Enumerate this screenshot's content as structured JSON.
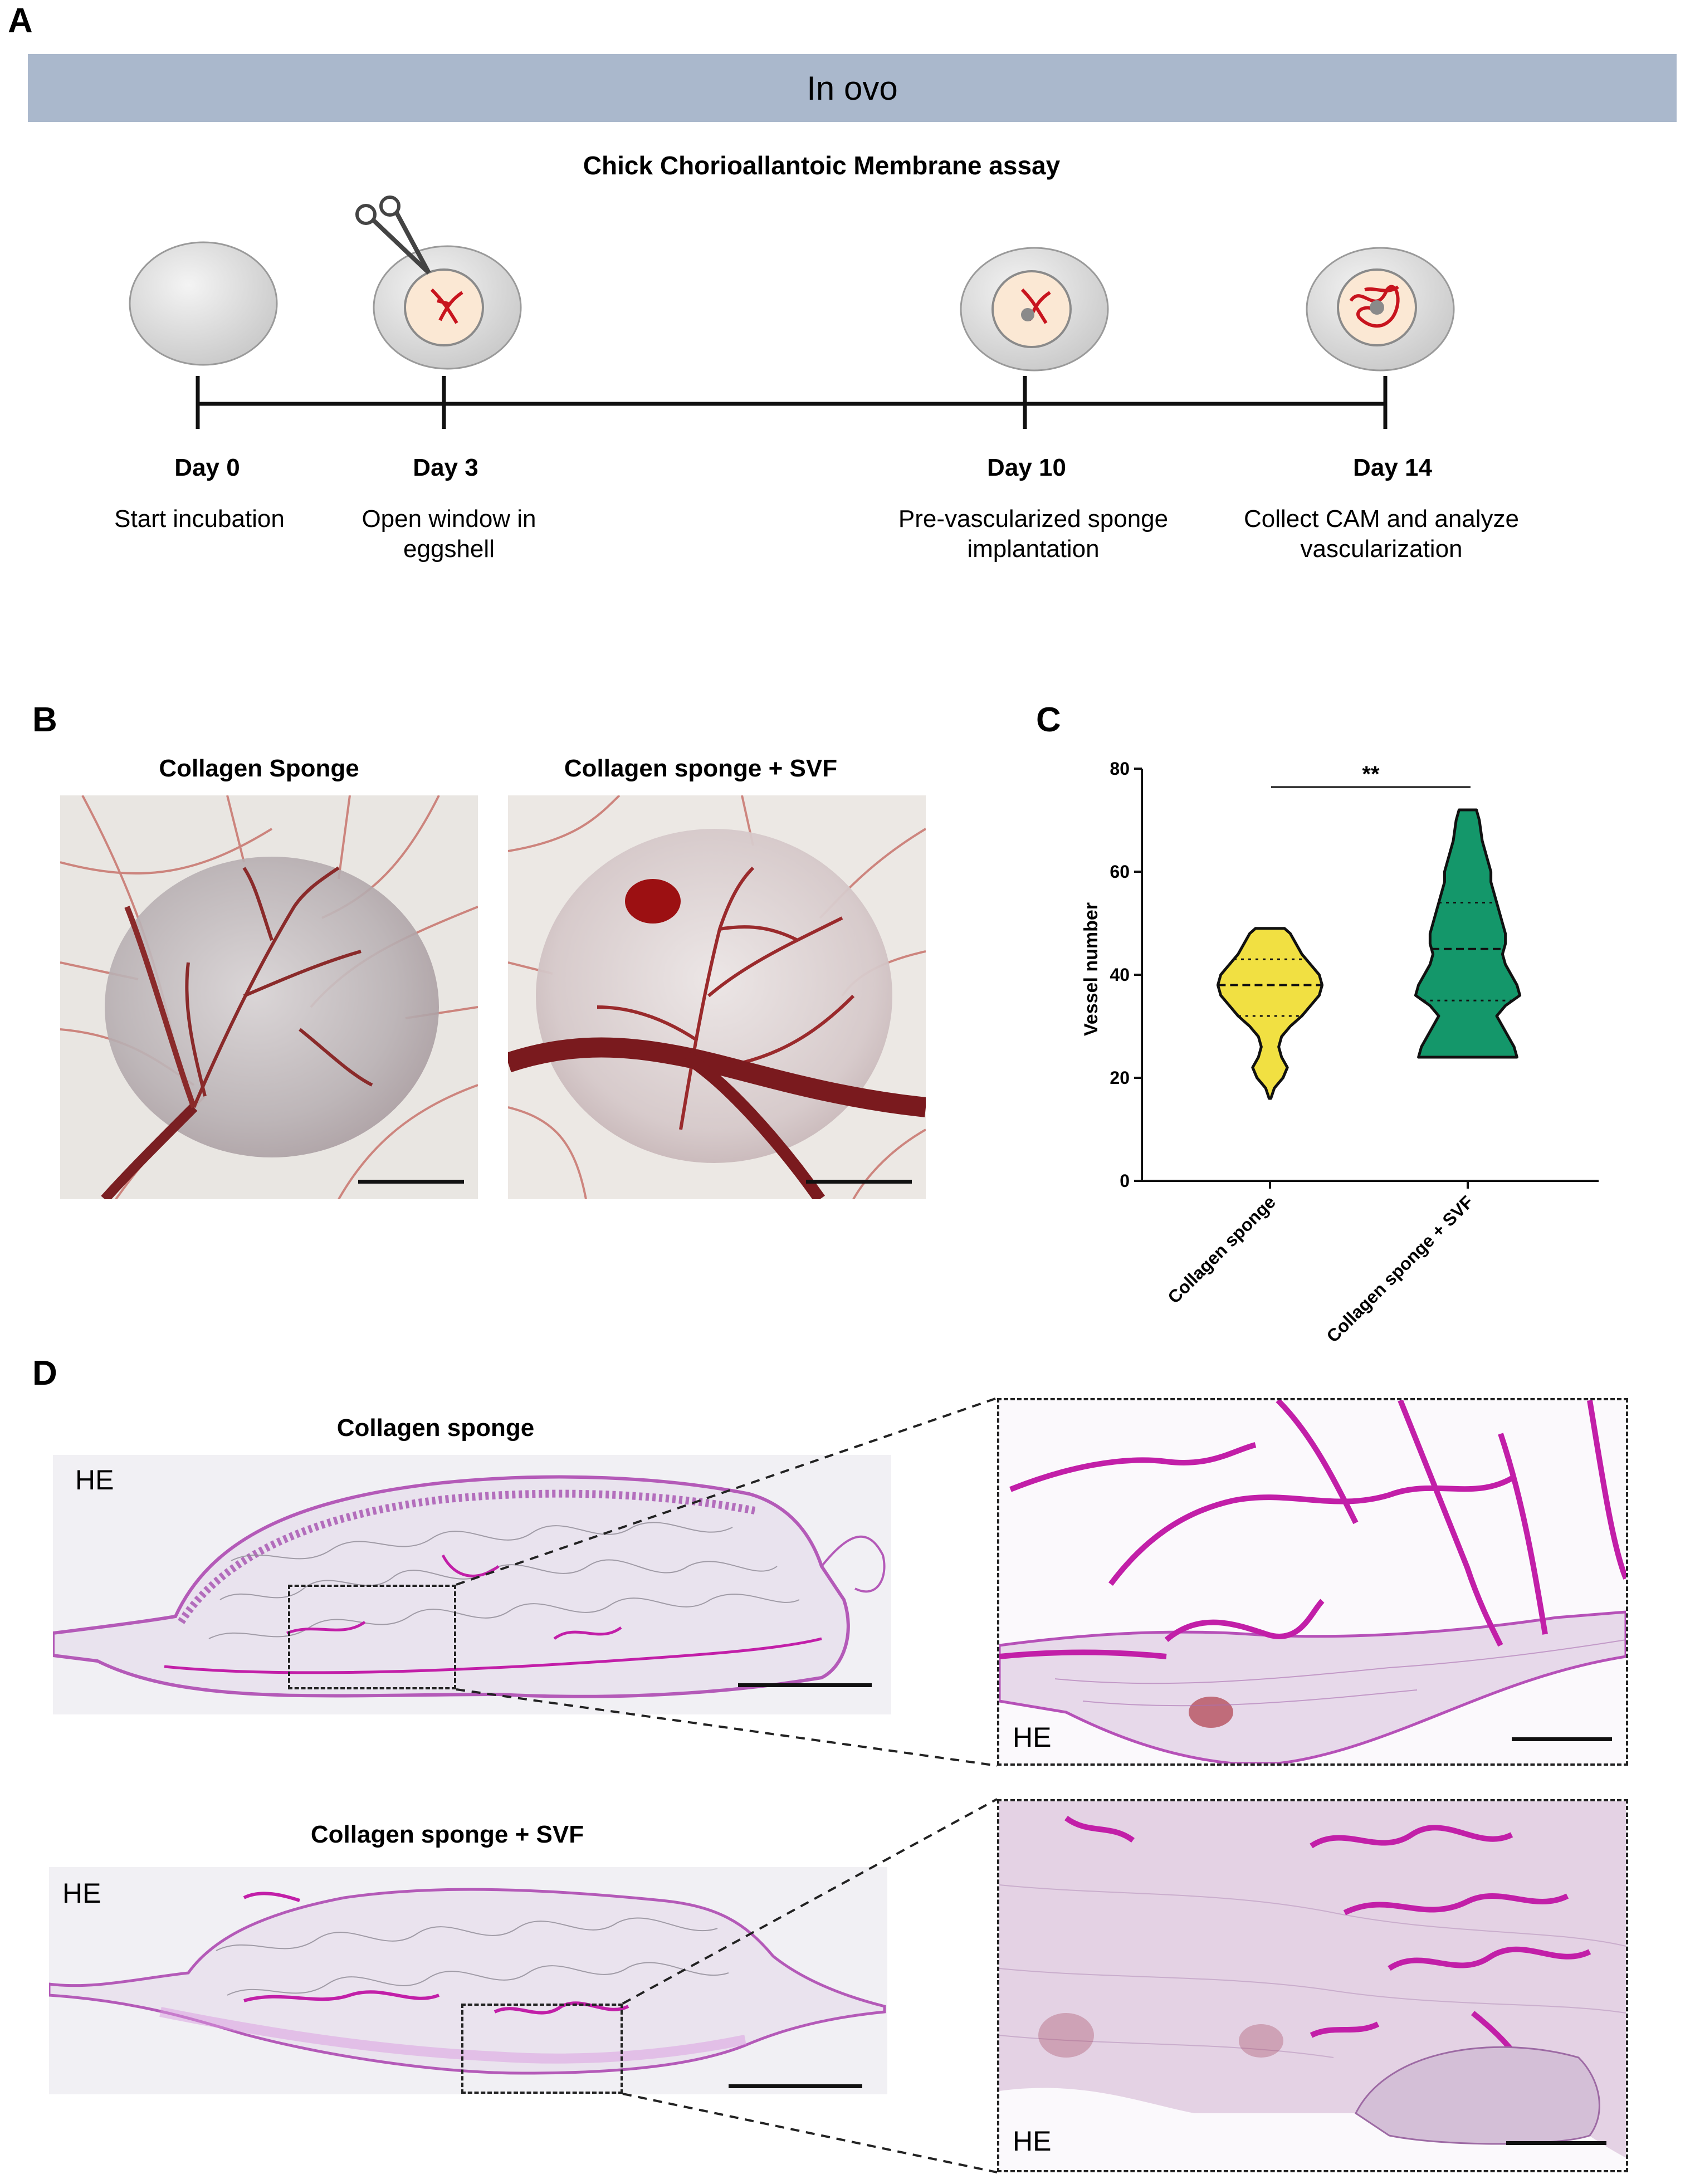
{
  "panel_a": {
    "letter": "A",
    "banner": "In ovo",
    "subtitle": "Chick Chorioallantoic Membrane assay",
    "timeline": [
      {
        "day": "Day 0",
        "desc": [
          "Start incubation"
        ]
      },
      {
        "day": "Day 3",
        "desc": [
          "Open window in",
          "eggshell"
        ]
      },
      {
        "day": "Day 10",
        "desc": [
          "Pre-vascularized sponge",
          "implantation"
        ]
      },
      {
        "day": "Day 14",
        "desc": [
          "Collect CAM and analyze",
          "vascularization"
        ]
      }
    ],
    "icons": [
      "egg-icon",
      "opened-egg-with-scissors-icon",
      "egg-with-implant-icon",
      "vascularized-egg-icon"
    ]
  },
  "panel_b": {
    "letter": "B",
    "labels": [
      "Collagen Sponge",
      "Collagen sponge + SVF"
    ]
  },
  "panel_c": {
    "letter": "C",
    "significance": "**"
  },
  "chart_data": {
    "type": "violin",
    "ylabel": "Vessel number",
    "ylim": [
      0,
      80
    ],
    "yticks": [
      0,
      20,
      40,
      60,
      80
    ],
    "categories": [
      "Collagen sponge",
      "Collagen sponge + SVF"
    ],
    "series": [
      {
        "category": "Collagen sponge",
        "color": "#f1e042",
        "min": 16,
        "q1": 32,
        "median": 38,
        "q3": 43,
        "max": 49,
        "profile": [
          [
            16,
            0.3
          ],
          [
            18,
            1.5
          ],
          [
            20,
            4.5
          ],
          [
            22,
            6
          ],
          [
            24,
            4
          ],
          [
            26,
            3
          ],
          [
            28,
            4
          ],
          [
            30,
            7
          ],
          [
            32,
            11
          ],
          [
            34,
            14
          ],
          [
            36,
            17
          ],
          [
            38,
            18
          ],
          [
            40,
            17
          ],
          [
            42,
            14
          ],
          [
            44,
            11
          ],
          [
            46,
            9
          ],
          [
            48,
            7
          ],
          [
            49,
            5
          ]
        ]
      },
      {
        "category": "Collagen sponge + SVF",
        "color": "#14976a",
        "min": 24,
        "q1": 35,
        "median": 45,
        "q3": 54,
        "max": 72,
        "profile": [
          [
            24,
            17
          ],
          [
            26,
            16
          ],
          [
            28,
            14
          ],
          [
            30,
            12
          ],
          [
            32,
            10
          ],
          [
            34,
            13
          ],
          [
            36,
            18
          ],
          [
            38,
            17
          ],
          [
            40,
            15
          ],
          [
            42,
            13
          ],
          [
            44,
            12
          ],
          [
            46,
            13
          ],
          [
            48,
            13
          ],
          [
            50,
            12
          ],
          [
            52,
            11
          ],
          [
            54,
            10
          ],
          [
            56,
            9
          ],
          [
            58,
            8
          ],
          [
            60,
            8
          ],
          [
            62,
            7
          ],
          [
            64,
            6
          ],
          [
            66,
            5
          ],
          [
            68,
            4.5
          ],
          [
            70,
            4
          ],
          [
            72,
            3
          ]
        ]
      }
    ]
  },
  "panel_d": {
    "letter": "D",
    "labels": [
      "Collagen sponge",
      "Collagen sponge + SVF"
    ],
    "stain": "HE"
  }
}
